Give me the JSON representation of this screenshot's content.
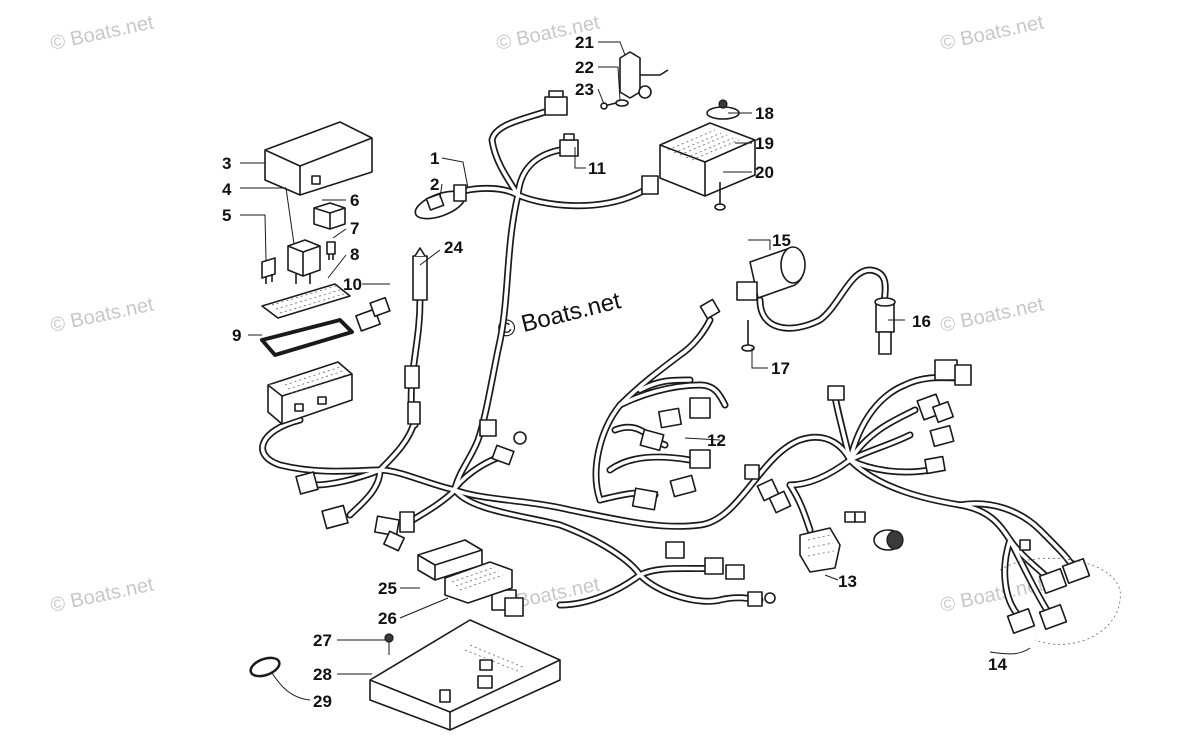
{
  "watermark_text": "© Boats.net",
  "center_watermark_text": "© Boats.net",
  "callouts": [
    "1",
    "2",
    "3",
    "4",
    "5",
    "6",
    "7",
    "8",
    "9",
    "10",
    "11",
    "12",
    "13",
    "14",
    "15",
    "16",
    "17",
    "18",
    "19",
    "20",
    "21",
    "22",
    "23",
    "24",
    "25",
    "26",
    "27",
    "28",
    "29"
  ]
}
